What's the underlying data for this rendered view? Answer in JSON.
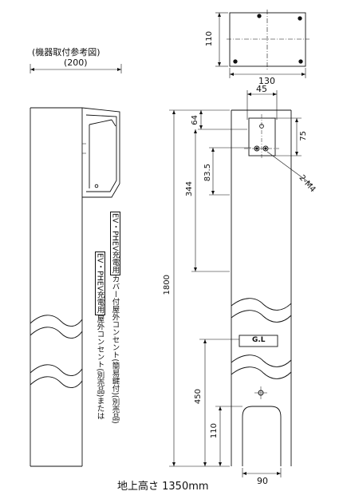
{
  "drawing": {
    "caption": "(機器取付参考図)",
    "dims": {
      "width_200": "(200)",
      "top_110": "110",
      "top_130": "130",
      "d45": "45",
      "d64": "64",
      "d75": "75",
      "d83_5": "83.5",
      "d344": "344",
      "d1800": "1800",
      "d450": "450",
      "d110_bottom": "110",
      "d90": "90"
    },
    "hole_label": "2-M4",
    "gl_mark": "G.L",
    "notes": {
      "line1_prefix": "EV・PHEV充電用",
      "line1_text": "屋外コンセント(別売品)または",
      "line2_prefix": "EV・PHEV充電用",
      "line2_text": "カバー付屋外コンセント(簡易鍵付)(別売品)"
    },
    "height_above_ground": "地上高さ 1350mm"
  }
}
